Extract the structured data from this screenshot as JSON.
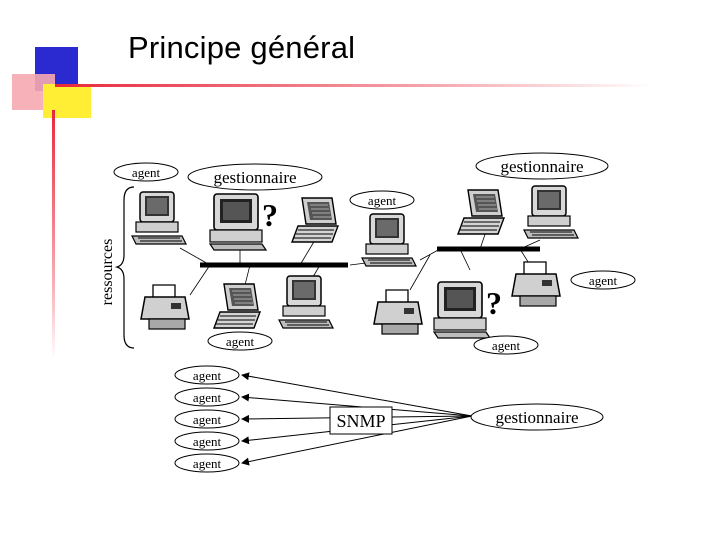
{
  "slide": {
    "title": "Principe général"
  },
  "diagram": {
    "side_label": "ressources",
    "network_labels": {
      "agent_top_left": "agent",
      "manager_top_left": "gestionnaire",
      "agent_top_middle": "agent",
      "manager_top_right": "gestionnaire",
      "agent_right": "agent",
      "agent_bottom_left": "agent",
      "agent_bottom_right": "agent"
    },
    "protocol": {
      "agents": [
        "agent",
        "agent",
        "agent",
        "agent",
        "agent"
      ],
      "protocol_label": "SNMP",
      "manager": "gestionnaire"
    }
  },
  "colors": {
    "accent_red": "#e8283a",
    "accent_blue": "#2a2ad0",
    "accent_yellow": "#ffee33",
    "accent_pink": "#f6a8b0"
  }
}
